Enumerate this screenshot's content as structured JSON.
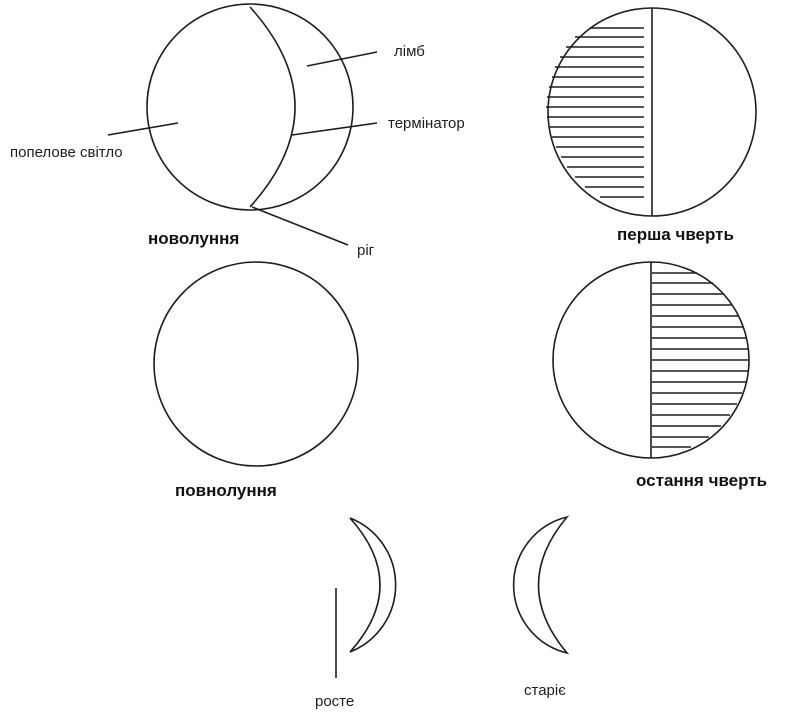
{
  "labels": {
    "limb": "лімб",
    "terminator": "термінатор",
    "earthshine": "попелове світло",
    "horn": "ріг",
    "growing": "росте",
    "waning": "старіє"
  },
  "phases": {
    "new_moon": "новолуння",
    "first_quarter": "перша чверть",
    "full_moon": "повнолуння",
    "last_quarter": "остання чверть"
  },
  "colors": {
    "ink": "#1e1e1e",
    "background": "#ffffff"
  }
}
